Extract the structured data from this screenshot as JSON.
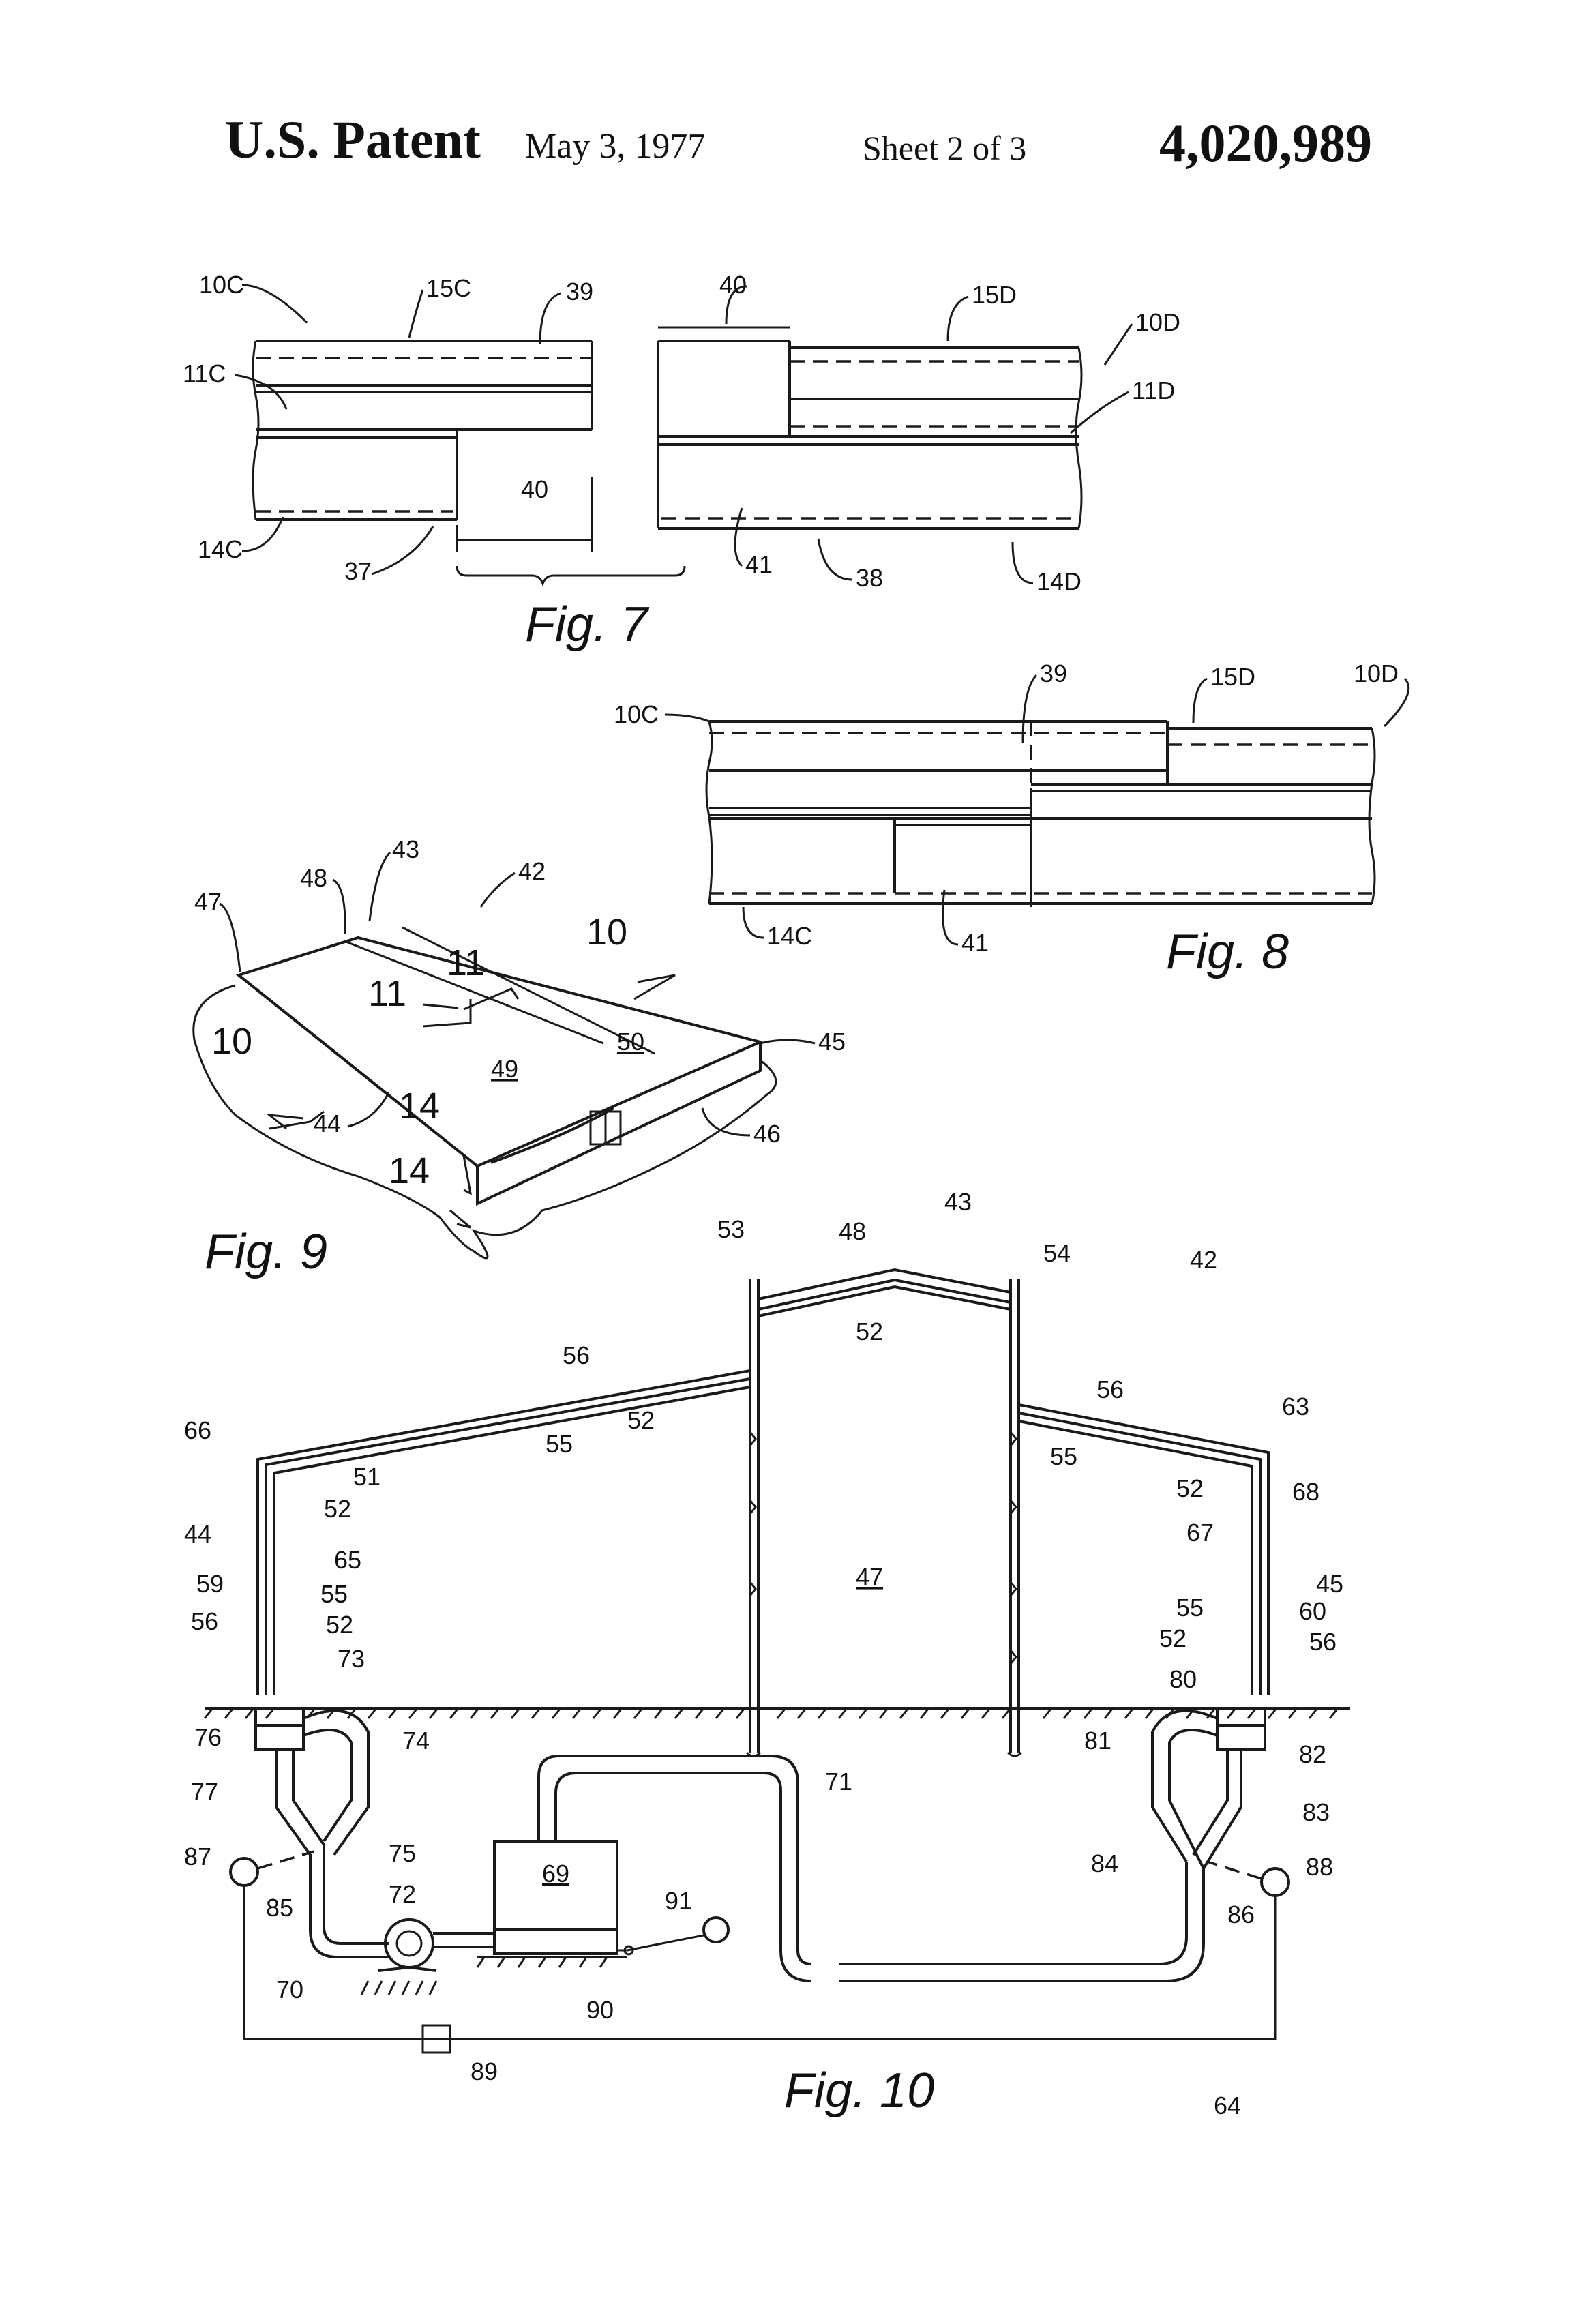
{
  "header": {
    "title": "U.S. Patent",
    "date": "May 3, 1977",
    "sheet": "Sheet 2 of 3",
    "patent_number": "4,020,989"
  },
  "fig7": {
    "caption": "Fig. 7",
    "labels": {
      "l10c": "10C",
      "l15c": "15C",
      "l39": "39",
      "l11c": "11C",
      "l40a": "40",
      "l14c": "14C",
      "l37": "37",
      "l40b": "40",
      "l15d": "15D",
      "l10d": "10D",
      "l11d": "11D",
      "l41": "41",
      "l38": "38",
      "l14d": "14D"
    }
  },
  "fig8": {
    "caption": "Fig. 8",
    "labels": {
      "l39": "39",
      "l15d": "15D",
      "l10d": "10D",
      "l10c": "10C",
      "l14c": "14C",
      "l41": "41"
    }
  },
  "fig9": {
    "caption": "Fig. 9",
    "labels": {
      "l43": "43",
      "l48": "48",
      "l42": "42",
      "l47": "47",
      "l10a": "10",
      "l11a": "11",
      "l11b": "11",
      "l10b": "10",
      "l50": "50",
      "l49": "49",
      "l45": "45",
      "l44": "44",
      "l14a": "14",
      "l46": "46",
      "l14b": "14"
    }
  },
  "fig10": {
    "caption": "Fig. 10",
    "labels": {
      "l53": "53",
      "l48": "48",
      "l43": "43",
      "l54": "54",
      "l42": "42",
      "l52a": "52",
      "l56a": "56",
      "l52b": "52",
      "l55a": "55",
      "l56b": "56",
      "l63": "63",
      "l55b": "55",
      "l66": "66",
      "l51": "51",
      "l52c": "52",
      "l52d": "52",
      "l68": "68",
      "l44": "44",
      "l65": "65",
      "l67": "67",
      "l47": "47",
      "l59": "59",
      "l55c": "55",
      "l45": "45",
      "l55d": "55",
      "l60": "60",
      "l56c": "56",
      "l52e": "52",
      "l52f": "52",
      "l56d": "56",
      "l73": "73",
      "l80": "80",
      "l76": "76",
      "l74": "74",
      "l81": "81",
      "l82": "82",
      "l71": "71",
      "l77": "77",
      "l83": "83",
      "l69": "69",
      "l87": "87",
      "l75": "75",
      "l84": "84",
      "l88": "88",
      "l72": "72",
      "l85": "85",
      "l91": "91",
      "l86": "86",
      "l70": "70",
      "l90": "90",
      "l89": "89",
      "l64": "64"
    }
  }
}
